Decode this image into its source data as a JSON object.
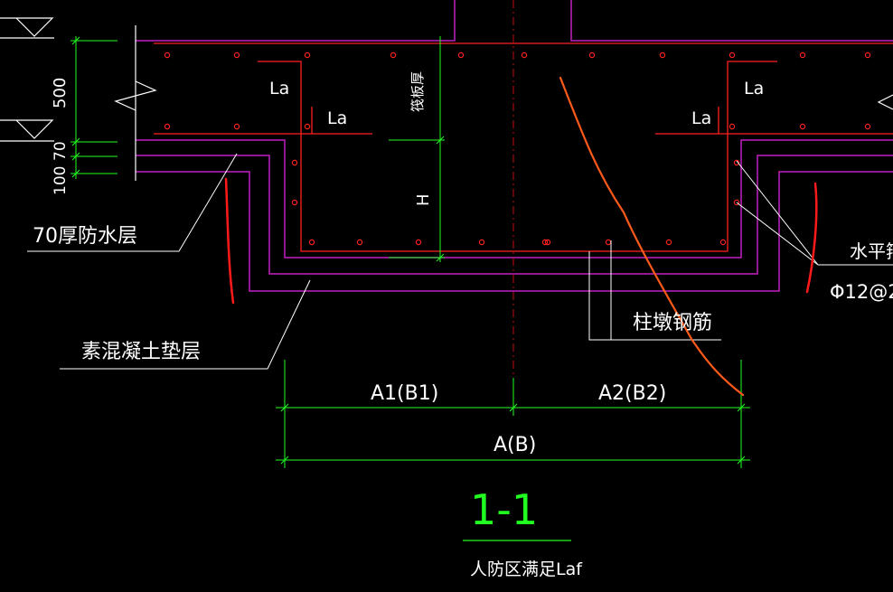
{
  "colors": {
    "background": "#000000",
    "outline": "#c020c0",
    "rebar": "#ff2020",
    "dimension": "#20ff20",
    "text": "#ffffff",
    "sketch": "#ff5a1a",
    "markup_red": "#ff1a1a"
  },
  "labels": {
    "la_left_upper": "La",
    "la_left_lower": "La",
    "la_right_upper": "La",
    "la_right_lower": "La",
    "slab_thickness": "筏板厚",
    "h": "H",
    "waterproof": "70厚防水层",
    "plain_concrete": "素混凝土垫层",
    "column_pier_rebar": "柱墩钢筋",
    "horizontal_tie": "水平箍",
    "tie_spec": "Φ12@2",
    "section_title": "1-1",
    "section_note": "人防区满足Laf"
  },
  "dimensions": {
    "d500": "500",
    "d70": "70",
    "d100": "100",
    "a1b1": "A1(B1)",
    "a2b2": "A2(B2)",
    "ab": "A(B)"
  }
}
